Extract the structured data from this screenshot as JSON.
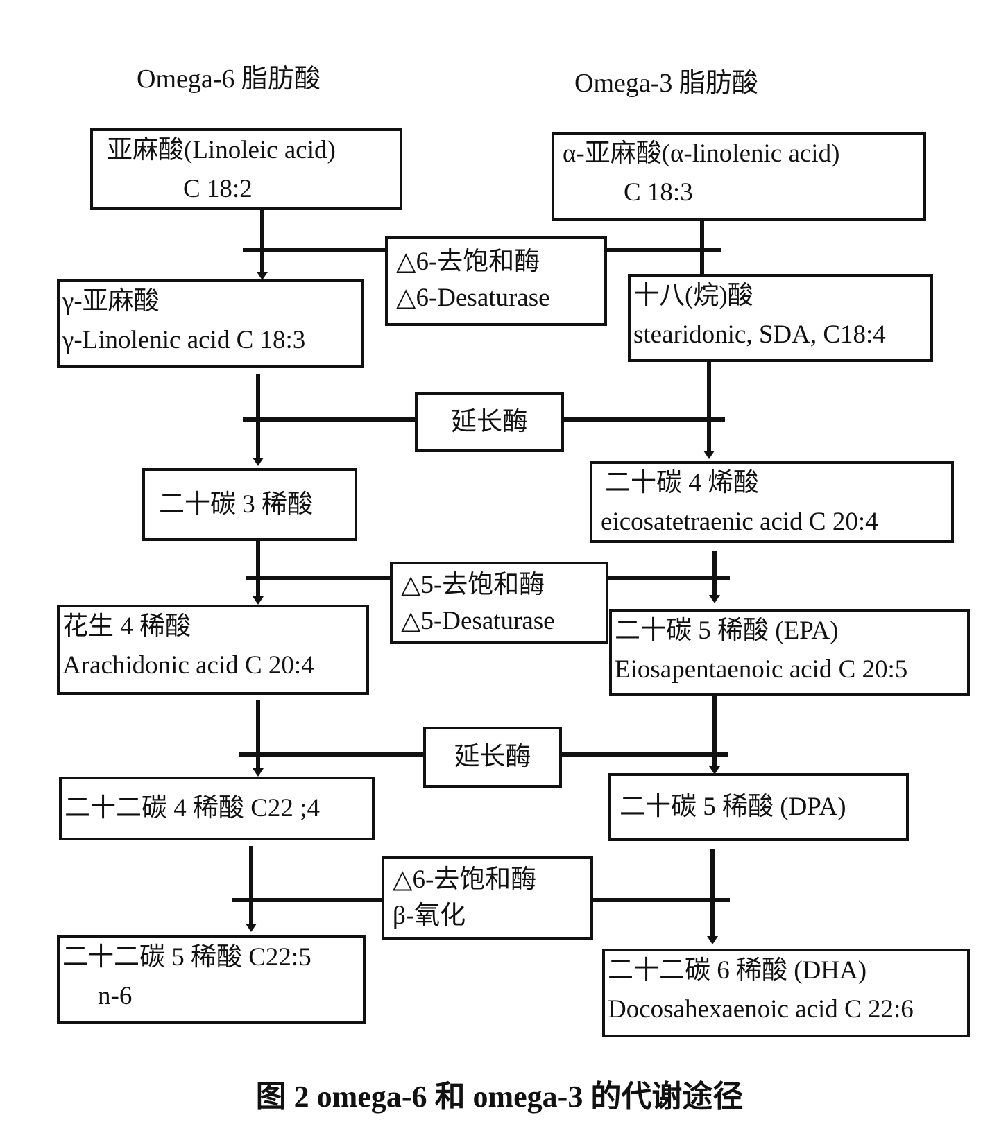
{
  "headers": {
    "omega6": "Omega-6 脂肪酸",
    "omega3": "Omega-3 脂肪酸"
  },
  "left_column": [
    {
      "line1": "亚麻酸(Linoleic acid)",
      "line2": "C 18:2"
    },
    {
      "line1": "γ-亚麻酸",
      "line2": "γ-Linolenic acid C 18:3"
    },
    {
      "line1": "二十碳 3 稀酸",
      "line2": ""
    },
    {
      "line1": "花生 4 稀酸",
      "line2": "Arachidonic acid  C 20:4"
    },
    {
      "line1": "二十二碳 4 稀酸 C22 ;4",
      "line2": ""
    },
    {
      "line1": "二十二碳 5 稀酸 C22:5",
      "line2": "n-6"
    }
  ],
  "right_column": [
    {
      "line1": "α-亚麻酸(α-linolenic acid)",
      "line2": "C 18:3"
    },
    {
      "line1": "十八(烷)酸",
      "line2": "stearidonic, SDA, C18:4"
    },
    {
      "line1": "二十碳 4 烯酸",
      "line2": "eicosatetraenic acid  C 20:4"
    },
    {
      "line1": "二十碳 5 稀酸 (EPA)",
      "line2": "Eiosapentaenoic acid C 20:5"
    },
    {
      "line1": "二十碳 5 稀酸 (DPA)",
      "line2": ""
    },
    {
      "line1": "二十二碳 6 稀酸 (DHA)",
      "line2": "Docosahexaenoic acid C 22:6"
    }
  ],
  "enzymes": [
    {
      "line1": "△6-去饱和酶",
      "line2": "△6-Desaturase"
    },
    {
      "line1": "延长酶",
      "line2": ""
    },
    {
      "line1": "△5-去饱和酶",
      "line2": "△5-Desaturase"
    },
    {
      "line1": "延长酶",
      "line2": ""
    },
    {
      "line1": "△6-去饱和酶",
      "line2": "β-氧化"
    }
  ],
  "caption": "图 2    omega-6 和 omega-3 的代谢途径"
}
